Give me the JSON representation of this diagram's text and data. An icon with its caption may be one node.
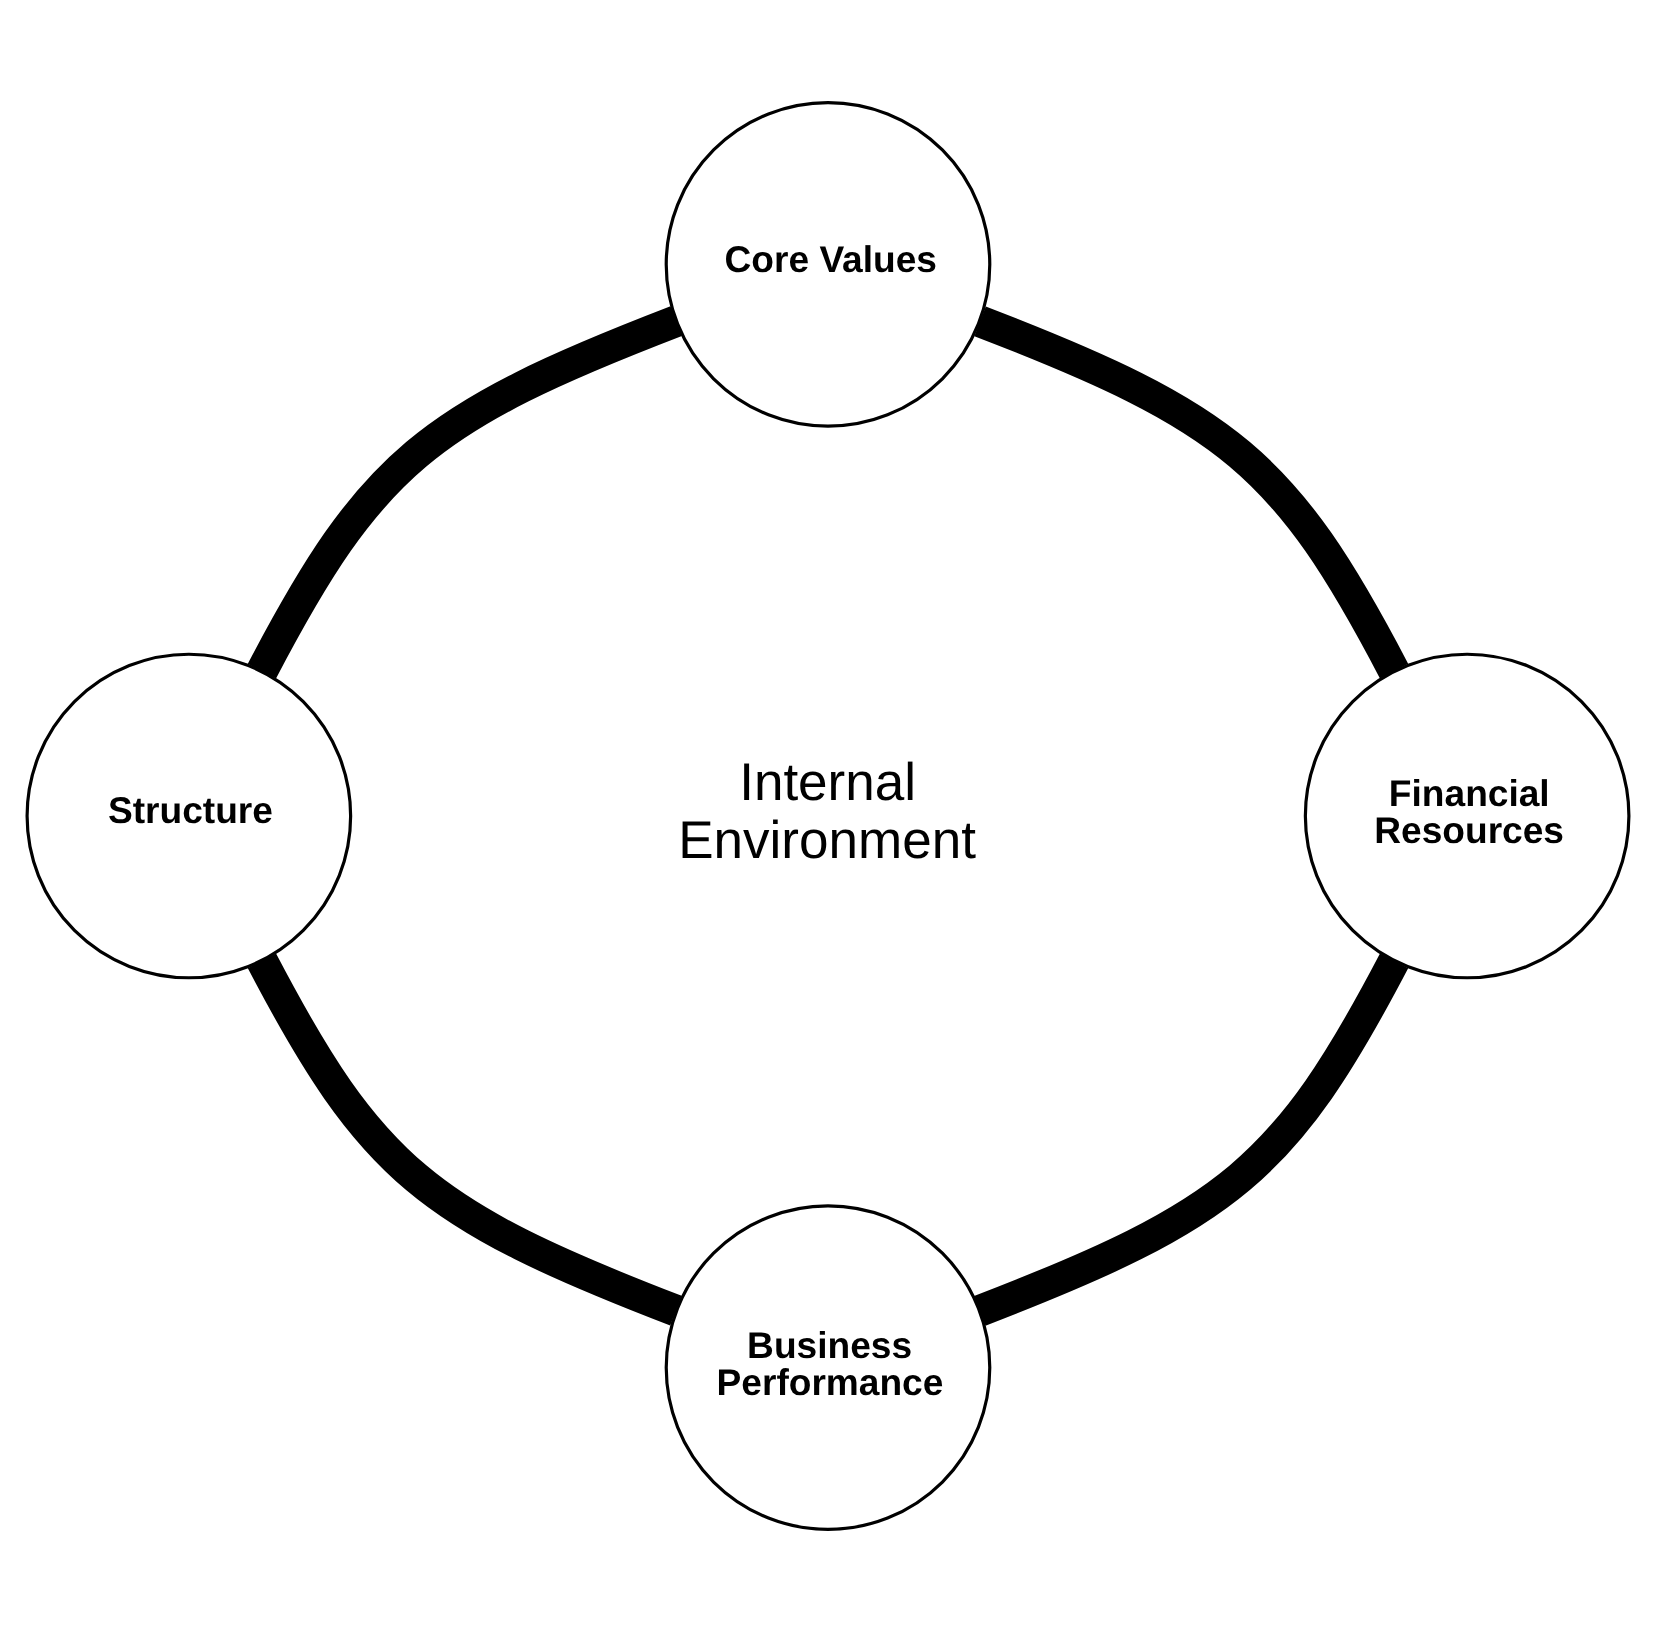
{
  "diagram": {
    "nodes": [
      {
        "text": [
          "Core Values"
        ]
      },
      {
        "text": [
          "Financial Resources"
        ]
      },
      {
        "text": [
          "Business Performance"
        ]
      },
      {
        "text": [
          "Structure"
        ]
      }
    ],
    "edges": [
      {
        "from": 0,
        "to": 1,
        "arrow": "none"
      },
      {
        "from": 1,
        "to": 2,
        "arrow": "none"
      },
      {
        "from": 2,
        "to": 3,
        "arrow": "none"
      },
      {
        "from": 3,
        "to": 0,
        "arrow": "none"
      }
    ],
    "labels": [
      "Internal Environment"
    ]
  }
}
